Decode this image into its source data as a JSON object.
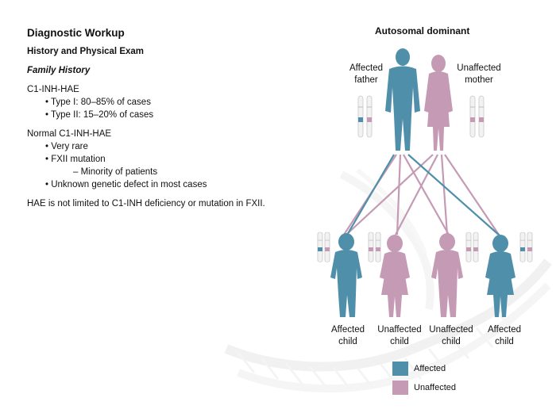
{
  "heading": "Diagnostic Workup",
  "subheading": "History and Physical Exam",
  "section": "Family History",
  "c1inh_title": "C1-INH-HAE",
  "type1": "• Type I: 80–85% of cases",
  "type2": "• Type II: 15–20% of cases",
  "normal_title": "Normal C1-INH-HAE",
  "very_rare": "• Very rare",
  "fxii": "• FXII mutation",
  "minority": "– Minority of patients",
  "unknown": "• Unknown genetic defect in most cases",
  "note": "HAE is not limited to C1-INH deficiency or mutation in FXII.",
  "diagram": {
    "title": "Autosomal dominant",
    "father_label_1": "Affected",
    "father_label_2": "father",
    "mother_label_1": "Unaffected",
    "mother_label_2": "mother",
    "children": [
      {
        "l1": "Affected",
        "l2": "child"
      },
      {
        "l1": "Unaffected",
        "l2": "child"
      },
      {
        "l1": "Unaffected",
        "l2": "child"
      },
      {
        "l1": "Affected",
        "l2": "child"
      }
    ]
  },
  "legend": {
    "affected": "Affected",
    "unaffected": "Unaffected"
  },
  "colors": {
    "affected": "#4f8faa",
    "unaffected": "#c59ab4"
  }
}
